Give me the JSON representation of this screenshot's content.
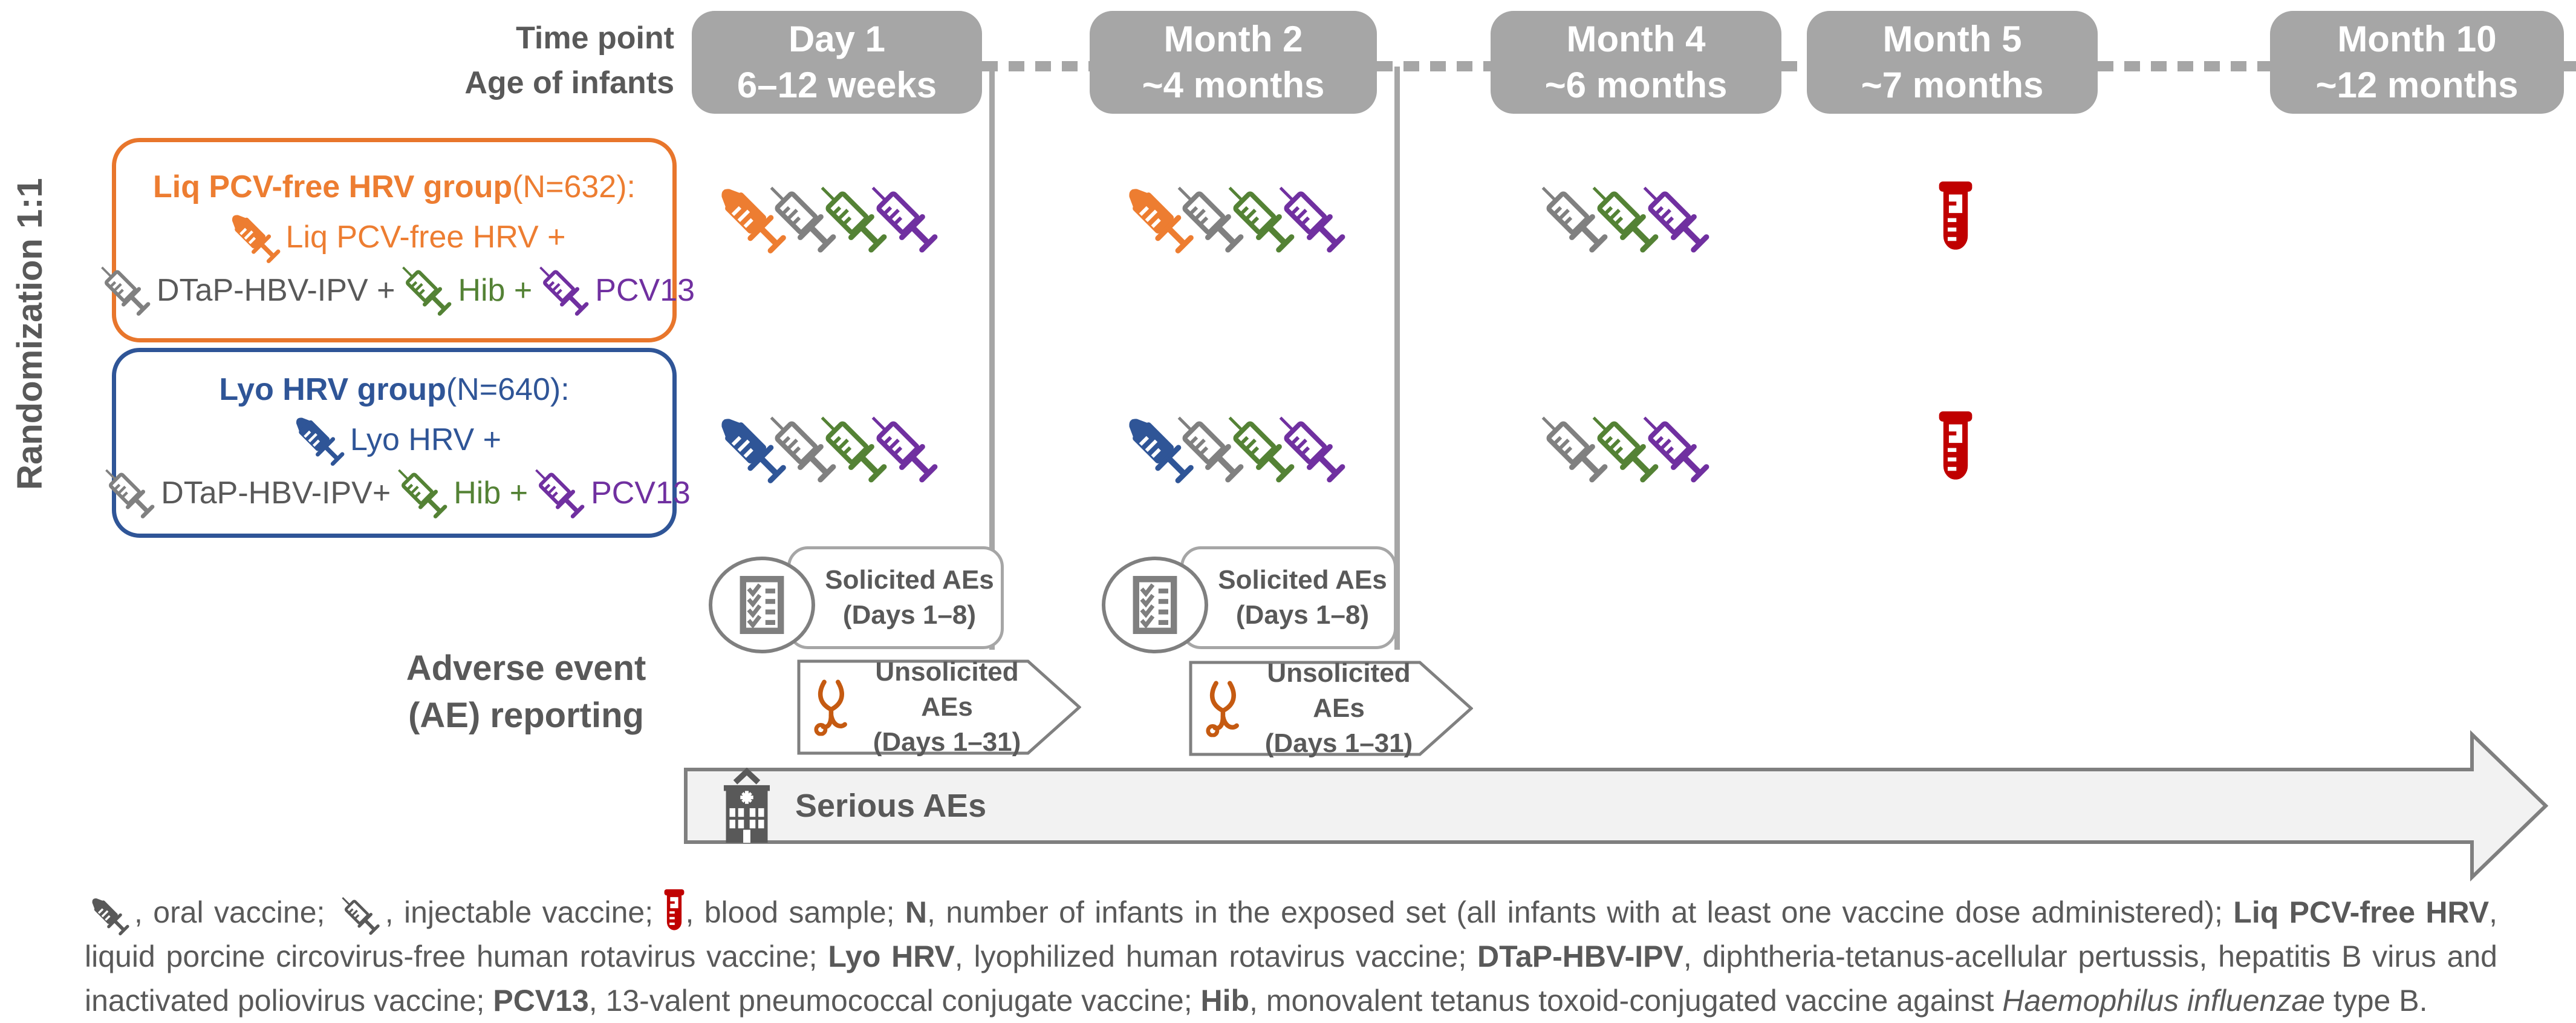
{
  "header": {
    "line1": "Time point",
    "line2": "Age of infants"
  },
  "timepoints": [
    {
      "label": "Day 1",
      "sub": "6–12 weeks"
    },
    {
      "label": "Month 2",
      "sub": "~4 months"
    },
    {
      "label": "Month 4",
      "sub": "~6 months"
    },
    {
      "label": "Month 5",
      "sub": "~7 months"
    },
    {
      "label": "Month 10",
      "sub": "~12 months"
    }
  ],
  "randomization_label": "Randomization 1:1",
  "groups": {
    "liq": {
      "title": [
        {
          "t": "Liq PCV-free HRV group",
          "b": true,
          "color": "#ED7D31"
        },
        {
          "t": " (N=632):",
          "color": "#ED7D31"
        }
      ],
      "line2": [
        {
          "icon": "oral",
          "color": "#ED7D31"
        },
        {
          "t": " Liq PCV-free HRV +",
          "color": "#ED7D31"
        }
      ],
      "line3": [
        {
          "icon": "inj",
          "color": "#808080"
        },
        {
          "t": "DTaP-HBV-IPV + ",
          "color": "#595959"
        },
        {
          "icon": "inj",
          "color": "#548235"
        },
        {
          "t": "Hib + ",
          "color": "#548235"
        },
        {
          "icon": "inj",
          "color": "#7030A0"
        },
        {
          "t": "PCV13",
          "color": "#7030A0"
        }
      ]
    },
    "lyo": {
      "title": [
        {
          "t": "Lyo HRV group",
          "b": true,
          "color": "#2F5597"
        },
        {
          "t": " (N=640):",
          "color": "#2F5597"
        }
      ],
      "line2": [
        {
          "icon": "oral",
          "color": "#2F5597"
        },
        {
          "t": " Lyo HRV +",
          "color": "#2F5597"
        }
      ],
      "line3": [
        {
          "icon": "inj",
          "color": "#808080"
        },
        {
          "t": "DTaP-HBV-IPV+ ",
          "color": "#595959"
        },
        {
          "icon": "inj",
          "color": "#548235"
        },
        {
          "t": "Hib + ",
          "color": "#548235"
        },
        {
          "icon": "inj",
          "color": "#7030A0"
        },
        {
          "t": "PCV13",
          "color": "#7030A0"
        }
      ]
    }
  },
  "doses": {
    "row1": {
      "day1": [
        "oral:#ED7D31",
        "inj:#808080",
        "inj:#548235",
        "inj:#7030A0"
      ],
      "month2": [
        "oral:#ED7D31",
        "inj:#808080",
        "inj:#548235",
        "inj:#7030A0"
      ],
      "month4": [
        "inj:#808080",
        "inj:#548235",
        "inj:#7030A0"
      ],
      "month5": [
        "tube:#C00000"
      ]
    },
    "row2": {
      "day1": [
        "oral:#2F5597",
        "inj:#808080",
        "inj:#548235",
        "inj:#7030A0"
      ],
      "month2": [
        "oral:#2F5597",
        "inj:#808080",
        "inj:#548235",
        "inj:#7030A0"
      ],
      "month4": [
        "inj:#808080",
        "inj:#548235",
        "inj:#7030A0"
      ],
      "month5": [
        "tube:#C00000"
      ]
    }
  },
  "ae": {
    "label_line1": "Adverse event",
    "label_line2": "(AE) reporting",
    "solicited_line1": "Solicited AEs",
    "solicited_line2": "(Days 1–8)",
    "unsolicited_line1": "Unsolicited AEs",
    "unsolicited_line2": "(Days 1–31)",
    "serious": "Serious AEs"
  },
  "footnote": [
    {
      "icon": "oral",
      "color": "#595959"
    },
    {
      "t": ", oral vaccine; "
    },
    {
      "icon": "inj",
      "color": "#595959"
    },
    {
      "t": ", injectable vaccine; "
    },
    {
      "icon": "tube",
      "color": "#C00000"
    },
    {
      "t": ", blood sample; "
    },
    {
      "t": "N",
      "b": true
    },
    {
      "t": ", number of infants in the exposed set (all infants with at least one vaccine dose administered); "
    },
    {
      "t": "Liq PCV-free HRV",
      "b": true
    },
    {
      "t": ", liquid porcine circovirus-free human rotavirus vaccine; "
    },
    {
      "t": "Lyo HRV",
      "b": true
    },
    {
      "t": ", lyophilized human rotavirus vaccine; "
    },
    {
      "t": "DTaP-HBV-IPV",
      "b": true
    },
    {
      "t": ", diphtheria-tetanus-acellular pertussis, hepatitis B virus and inactivated poliovirus vaccine; "
    },
    {
      "t": "PCV13",
      "b": true
    },
    {
      "t": ", 13-valent pneumococcal conjugate vaccine; "
    },
    {
      "t": "Hib",
      "b": true
    },
    {
      "t": ", monovalent tetanus toxoid-conjugated vaccine against "
    },
    {
      "t": "Haemophilus influenzae",
      "i": true
    },
    {
      "t": " type B."
    }
  ],
  "colors": {
    "timepoint_box": "#A6A6A6",
    "dark_gray_text": "#595959",
    "liq_orange": "#ED7D31",
    "liq_border": "#E8762C",
    "lyo_blue": "#2F5597",
    "injectable_gray": "#808080",
    "hib_green": "#548235",
    "pcv13_purple": "#7030A0",
    "blood_red": "#C00000",
    "stethoscope_orange": "#C55A11",
    "serious_arrow_fill": "#F2F2F2",
    "serious_arrow_border": "#7F7F7F"
  }
}
